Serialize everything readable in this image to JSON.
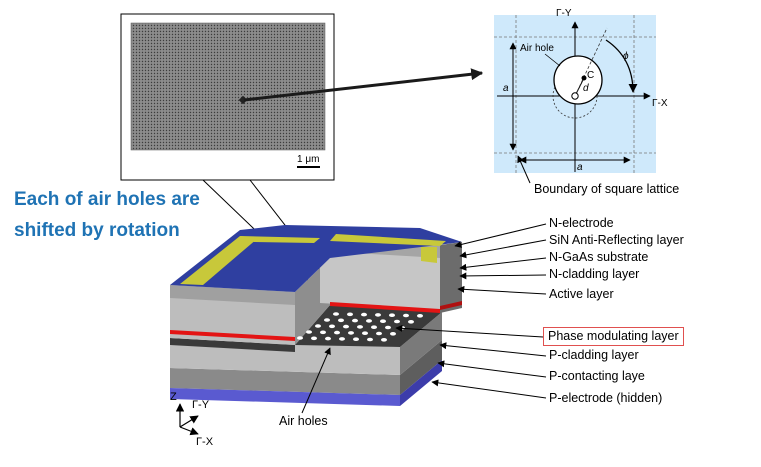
{
  "headline": {
    "line1": "Each of air holes are",
    "line2": "shifted by rotation"
  },
  "sem": {
    "scalebar_label": "1 μm"
  },
  "unit_cell": {
    "axis_y": "Γ-Y",
    "axis_x": "Γ-X",
    "air_hole_label": "Air hole",
    "lattice_a_vertical": "a",
    "lattice_a_horizontal": "a",
    "center_label": "C",
    "displacement_label": "d",
    "angle_label": "ϕ",
    "boundary_label": "Boundary of square lattice"
  },
  "layers": [
    "N-electrode",
    "SiN Anti-Reflecting layer",
    "N-GaAs substrate",
    "N-cladding layer",
    "Active layer",
    "Phase modulating layer",
    "P-cladding layer",
    "P-contacting laye",
    "P-electrode (hidden)"
  ],
  "air_holes_label": "Air holes",
  "axes_3d": {
    "z": "Z",
    "y": "Γ-Y",
    "x": "Γ-X"
  },
  "colors": {
    "headline": "#1f73b4",
    "highlight_box": "#e0504f",
    "unit_cell_bg": "#cfe9fb",
    "active_layer": "#e31414",
    "electrode": "#c8c83a",
    "sin_layer": "#2f3fa0",
    "p_electrode": "#5a5ad0"
  }
}
